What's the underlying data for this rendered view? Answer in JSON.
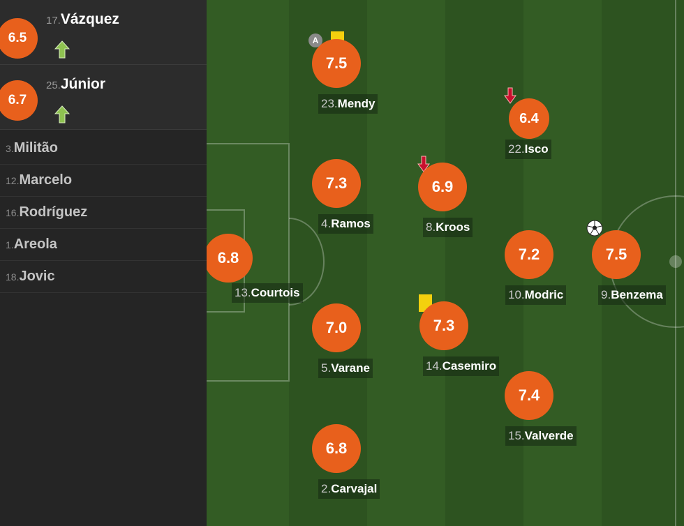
{
  "colors": {
    "rating_bg": "#e8601c",
    "sub_in_arrow": "#8fc251",
    "sub_out_arrow": "#c8102e",
    "yellow_card": "#f3d00e"
  },
  "subs": [
    {
      "number": "17.",
      "name": "Vázquez",
      "rating": "6.5",
      "icon": "arrow-up-icon"
    },
    {
      "number": "25.",
      "name": "Júnior",
      "rating": "6.7",
      "icon": "arrow-up-icon"
    }
  ],
  "bench": [
    {
      "number": "3.",
      "name": "Militão"
    },
    {
      "number": "12.",
      "name": "Marcelo"
    },
    {
      "number": "16.",
      "name": "Rodríguez"
    },
    {
      "number": "1.",
      "name": "Areola"
    },
    {
      "number": "18.",
      "name": "Jovic"
    }
  ],
  "players": [
    {
      "number": "13.",
      "name": "Courtois",
      "rating": "6.8"
    },
    {
      "number": "23.",
      "name": "Mendy",
      "rating": "7.5",
      "icons": [
        "captain-badge-icon",
        "yellow-card-icon"
      ],
      "captain_label": "A"
    },
    {
      "number": "4.",
      "name": "Ramos",
      "rating": "7.3"
    },
    {
      "number": "5.",
      "name": "Varane",
      "rating": "7.0"
    },
    {
      "number": "2.",
      "name": "Carvajal",
      "rating": "6.8"
    },
    {
      "number": "8.",
      "name": "Kroos",
      "rating": "6.9",
      "icons": [
        "arrow-down-icon"
      ]
    },
    {
      "number": "14.",
      "name": "Casemiro",
      "rating": "7.3",
      "icons": [
        "yellow-card-icon"
      ]
    },
    {
      "number": "22.",
      "name": "Isco",
      "rating": "6.4",
      "icons": [
        "arrow-down-icon"
      ]
    },
    {
      "number": "10.",
      "name": "Modric",
      "rating": "7.2"
    },
    {
      "number": "15.",
      "name": "Valverde",
      "rating": "7.4"
    },
    {
      "number": "9.",
      "name": "Benzema",
      "rating": "7.5",
      "icons": [
        "ball-icon"
      ]
    }
  ]
}
